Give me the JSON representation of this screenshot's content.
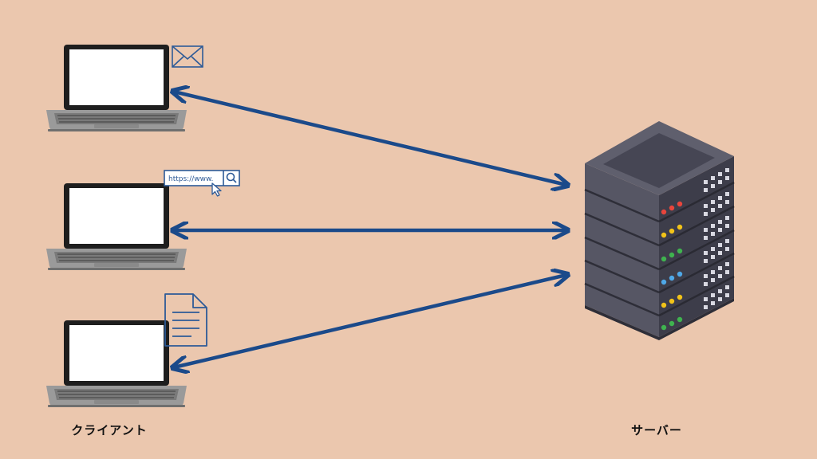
{
  "labels": {
    "client": "クライアント",
    "server": "サーバー"
  },
  "url_bar": {
    "text": "https://www."
  },
  "colors": {
    "background": "#ebc7ae",
    "arrow": "#1b4a8a",
    "icon_stroke": "#2d5a97",
    "laptop_body": "#8e8e8e",
    "laptop_screen": "#ffffff",
    "server_body": "#4b4b5a",
    "led_red": "#e8453c",
    "led_yellow": "#f2c318",
    "led_green": "#3fb34f",
    "led_blue": "#4fa8e8"
  },
  "icons": [
    "mail-icon",
    "url-search-bar-icon",
    "cursor-icon",
    "document-icon",
    "laptop-icon",
    "server-rack-icon"
  ]
}
